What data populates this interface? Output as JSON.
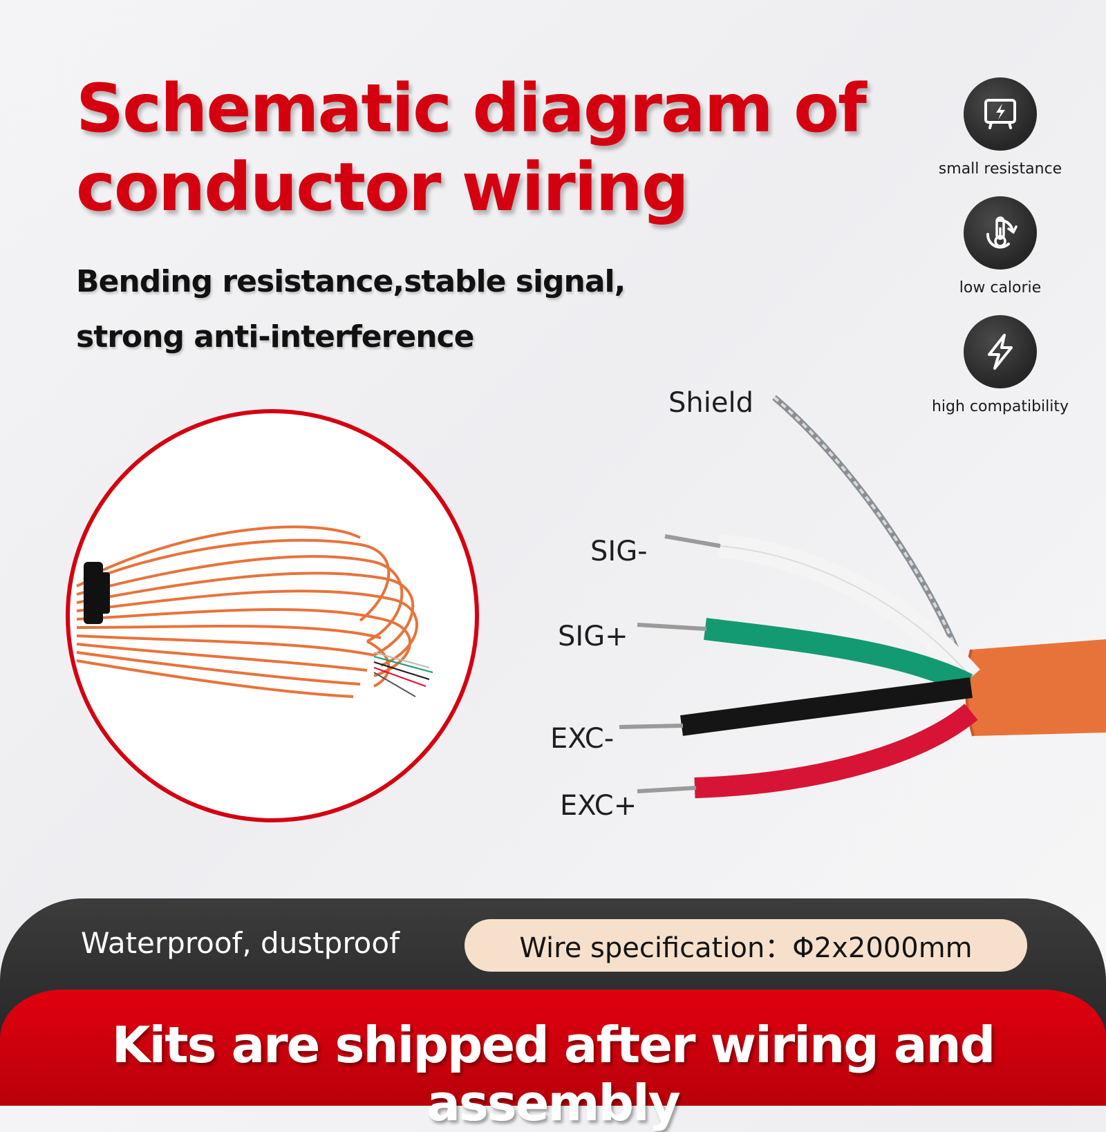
{
  "header": {
    "title_line1": "Schematic diagram of",
    "title_line2": "conductor wiring",
    "subtitle_line1": "Bending resistance,stable signal,",
    "subtitle_line2": "strong anti-interference"
  },
  "features": [
    {
      "label": "small resistance",
      "icon": "monitor-lightning-icon"
    },
    {
      "label": "low calorie",
      "icon": "thermometer-refresh-icon"
    },
    {
      "label": "high compatibility",
      "icon": "lightning-bolt-icon"
    }
  ],
  "wires": {
    "shield": "Shield",
    "sig_minus": "SIG-",
    "sig_plus": "SIG+",
    "exc_minus": "EXC-",
    "exc_plus": "EXC+"
  },
  "footer": {
    "feature_text": "Waterproof, dustproof",
    "spec_text": "Wire specification：Φ2x2000mm",
    "banner_text": "Kits are shipped after wiring and assembly"
  },
  "colors": {
    "accent_red": "#d40010",
    "cable_orange": "#e8733a",
    "wire_green": "#149a72",
    "wire_red": "#d81436",
    "wire_black": "#151515",
    "wire_white": "#f4f4f4"
  }
}
